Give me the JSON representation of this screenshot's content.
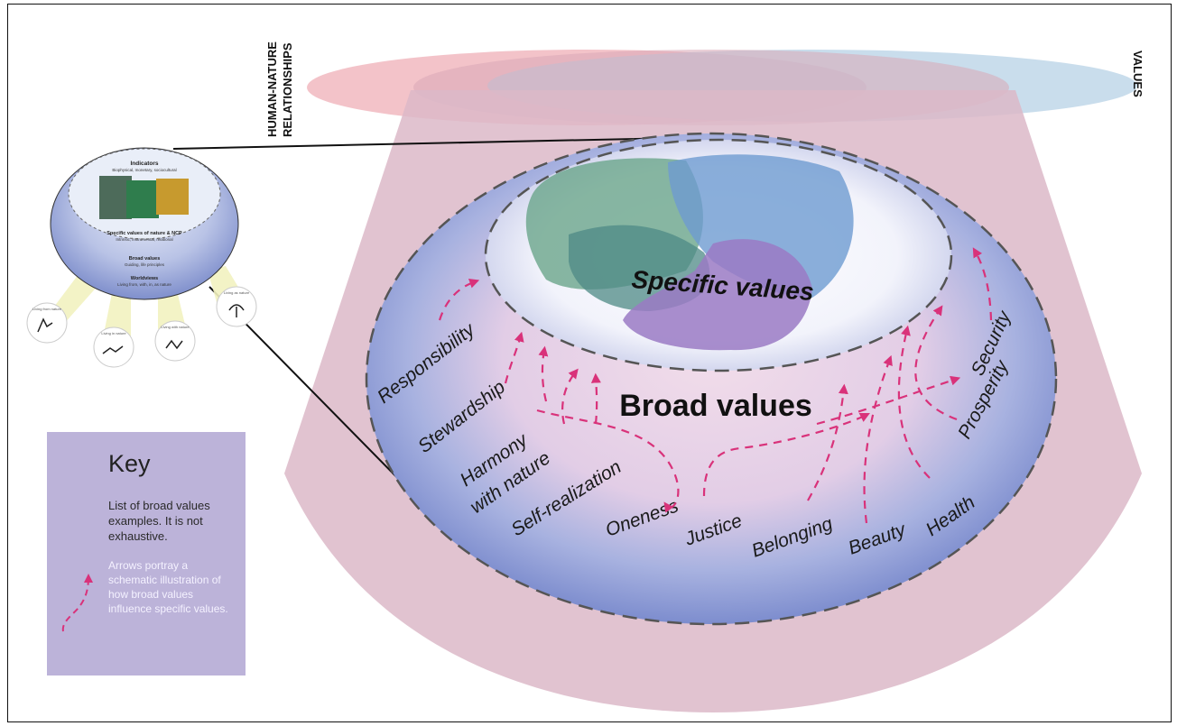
{
  "labels": {
    "human_nature": [
      "HUMAN-NATURE",
      "RELATIONSHIPS"
    ],
    "values": "VALUES"
  },
  "diagram": {
    "specific_values": "Specific values",
    "broad_values": "Broad values",
    "broad_value_examples": [
      "Responsibility",
      "Stewardship",
      "Harmony",
      "with nature",
      "Self-realization",
      "Oneness",
      "Justice",
      "Belonging",
      "Beauty",
      "Health",
      "Prosperity",
      "Security"
    ]
  },
  "inset": {
    "indicators_title": "Indicators",
    "indicators_sub": "Biophysical, monetary, sociocultural",
    "specific_title": "Specific values of nature & NCP",
    "specific_sub": "Intrinsic, instrumental, relational",
    "broad_title": "Broad values",
    "broad_sub": "Guiding, life principles",
    "worldviews_title": "Worldviews",
    "worldviews_sub": "Living from, with, in, as nature",
    "living_tags": [
      "Living from nature",
      "Living in nature",
      "Living with nature",
      "Living as nature"
    ]
  },
  "key": {
    "title": "Key",
    "text1": "List of broad values examples. It is not exhaustive.",
    "text2": "Arrows portray a schematic illustration of how broad values influence specific values."
  },
  "colors": {
    "arrow": "#d9327a",
    "outer_blue": "#7f8fcf",
    "cone_pink": "#dcb9c8",
    "key_bg": "#bcb3d9"
  }
}
